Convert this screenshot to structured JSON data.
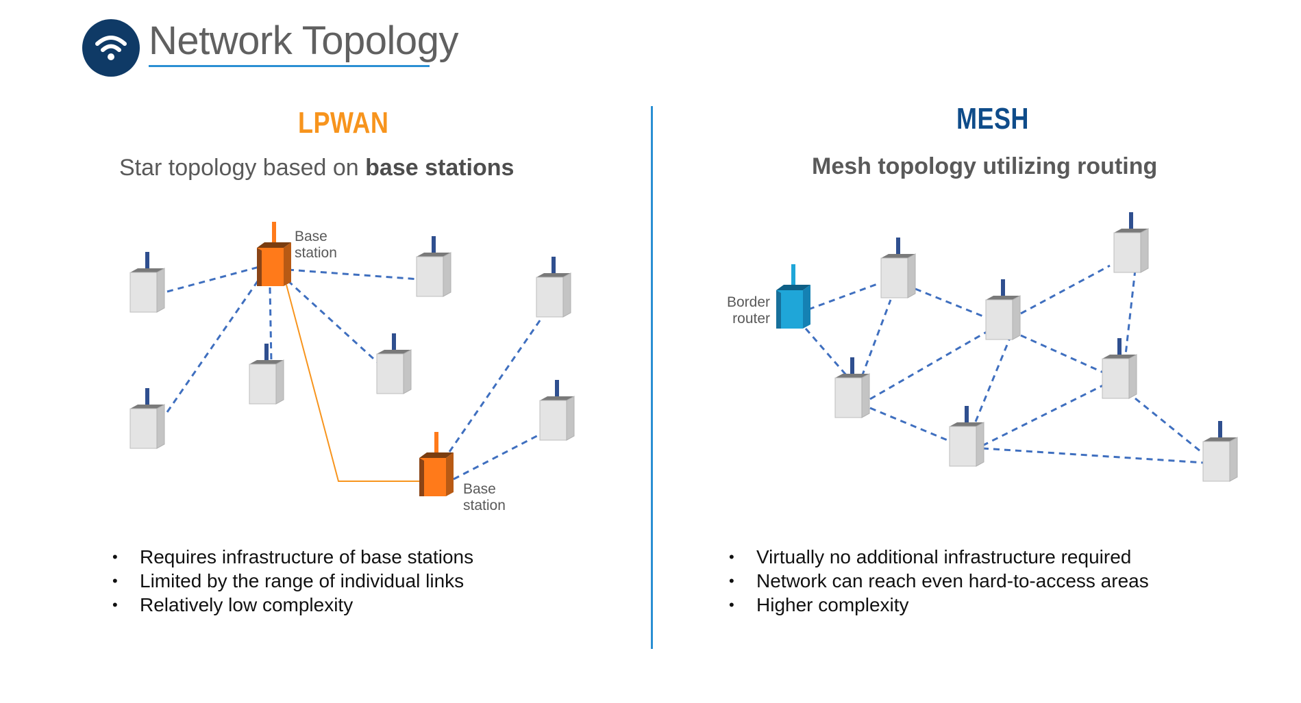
{
  "header": {
    "title": "Network Topology",
    "logo_icon": "wifi-icon",
    "colors": {
      "logo_bg": "#0f3a66",
      "underline": "#2a8fd3"
    }
  },
  "lpwan": {
    "heading": "LPWAN",
    "subtitle_prefix": "Star topology based on ",
    "subtitle_bold": "base stations",
    "labels": {
      "base_station_1_line1": "Base",
      "base_station_1_line2": "station",
      "base_station_2_line1": "Base",
      "base_station_2_line2": "station"
    },
    "bullets": [
      "Requires infrastructure of base stations",
      "Limited by the range of individual links",
      "Relatively low complexity"
    ],
    "colors": {
      "heading": "#f7941d",
      "base_station": "#ff7a1a",
      "backhaul": "#f7941d"
    }
  },
  "mesh": {
    "heading": "MESH",
    "subtitle": "Mesh topology utilizing routing",
    "labels": {
      "border_router_line1": "Border",
      "border_router_line2": "router"
    },
    "bullets": [
      "Virtually no additional infrastructure required",
      "Network can reach even hard-to-access areas",
      "Higher complexity"
    ],
    "colors": {
      "heading": "#0f4c8a",
      "border_router": "#1fa6d8",
      "links": "#3f6fbf"
    }
  }
}
